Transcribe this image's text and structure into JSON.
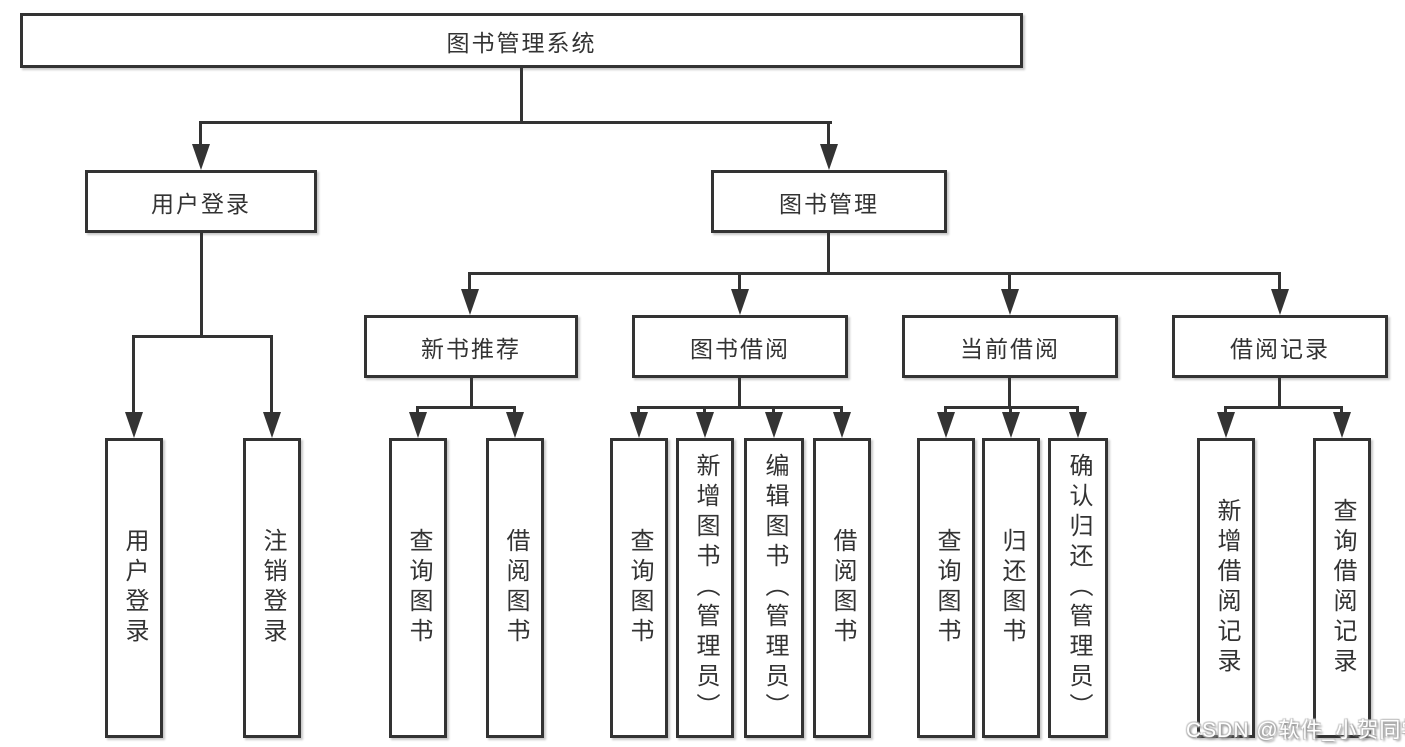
{
  "nodes": {
    "root": "图书管理系统",
    "l2_login": "用户登录",
    "l2_mgmt": "图书管理",
    "l3_new": "新书推荐",
    "l3_borrow": "图书借阅",
    "l3_current": "当前借阅",
    "l3_records": "借阅记录",
    "leaf_user_login": "用户登录",
    "leaf_logout": "注销登录",
    "leaf_query_books_1": "查询图书",
    "leaf_borrow_books_1": "借阅图书",
    "leaf_query_books_2": "查询图书",
    "leaf_add_book_admin": "新增图书（管理员）",
    "leaf_edit_book_admin": "编辑图书（管理员）",
    "leaf_borrow_books_2": "借阅图书",
    "leaf_query_books_3": "查询图书",
    "leaf_return_book": "归还图书",
    "leaf_confirm_return_admin": "确认归还（管理员）",
    "leaf_add_borrow_record": "新增借阅记录",
    "leaf_query_borrow_record": "查询借阅记录"
  },
  "watermark": "CSDN @软件_小贺同学",
  "colors": {
    "line": "#333333",
    "box_border": "#333333",
    "text": "#333333",
    "background": "#ffffff",
    "watermark_text": "#ffffff"
  }
}
